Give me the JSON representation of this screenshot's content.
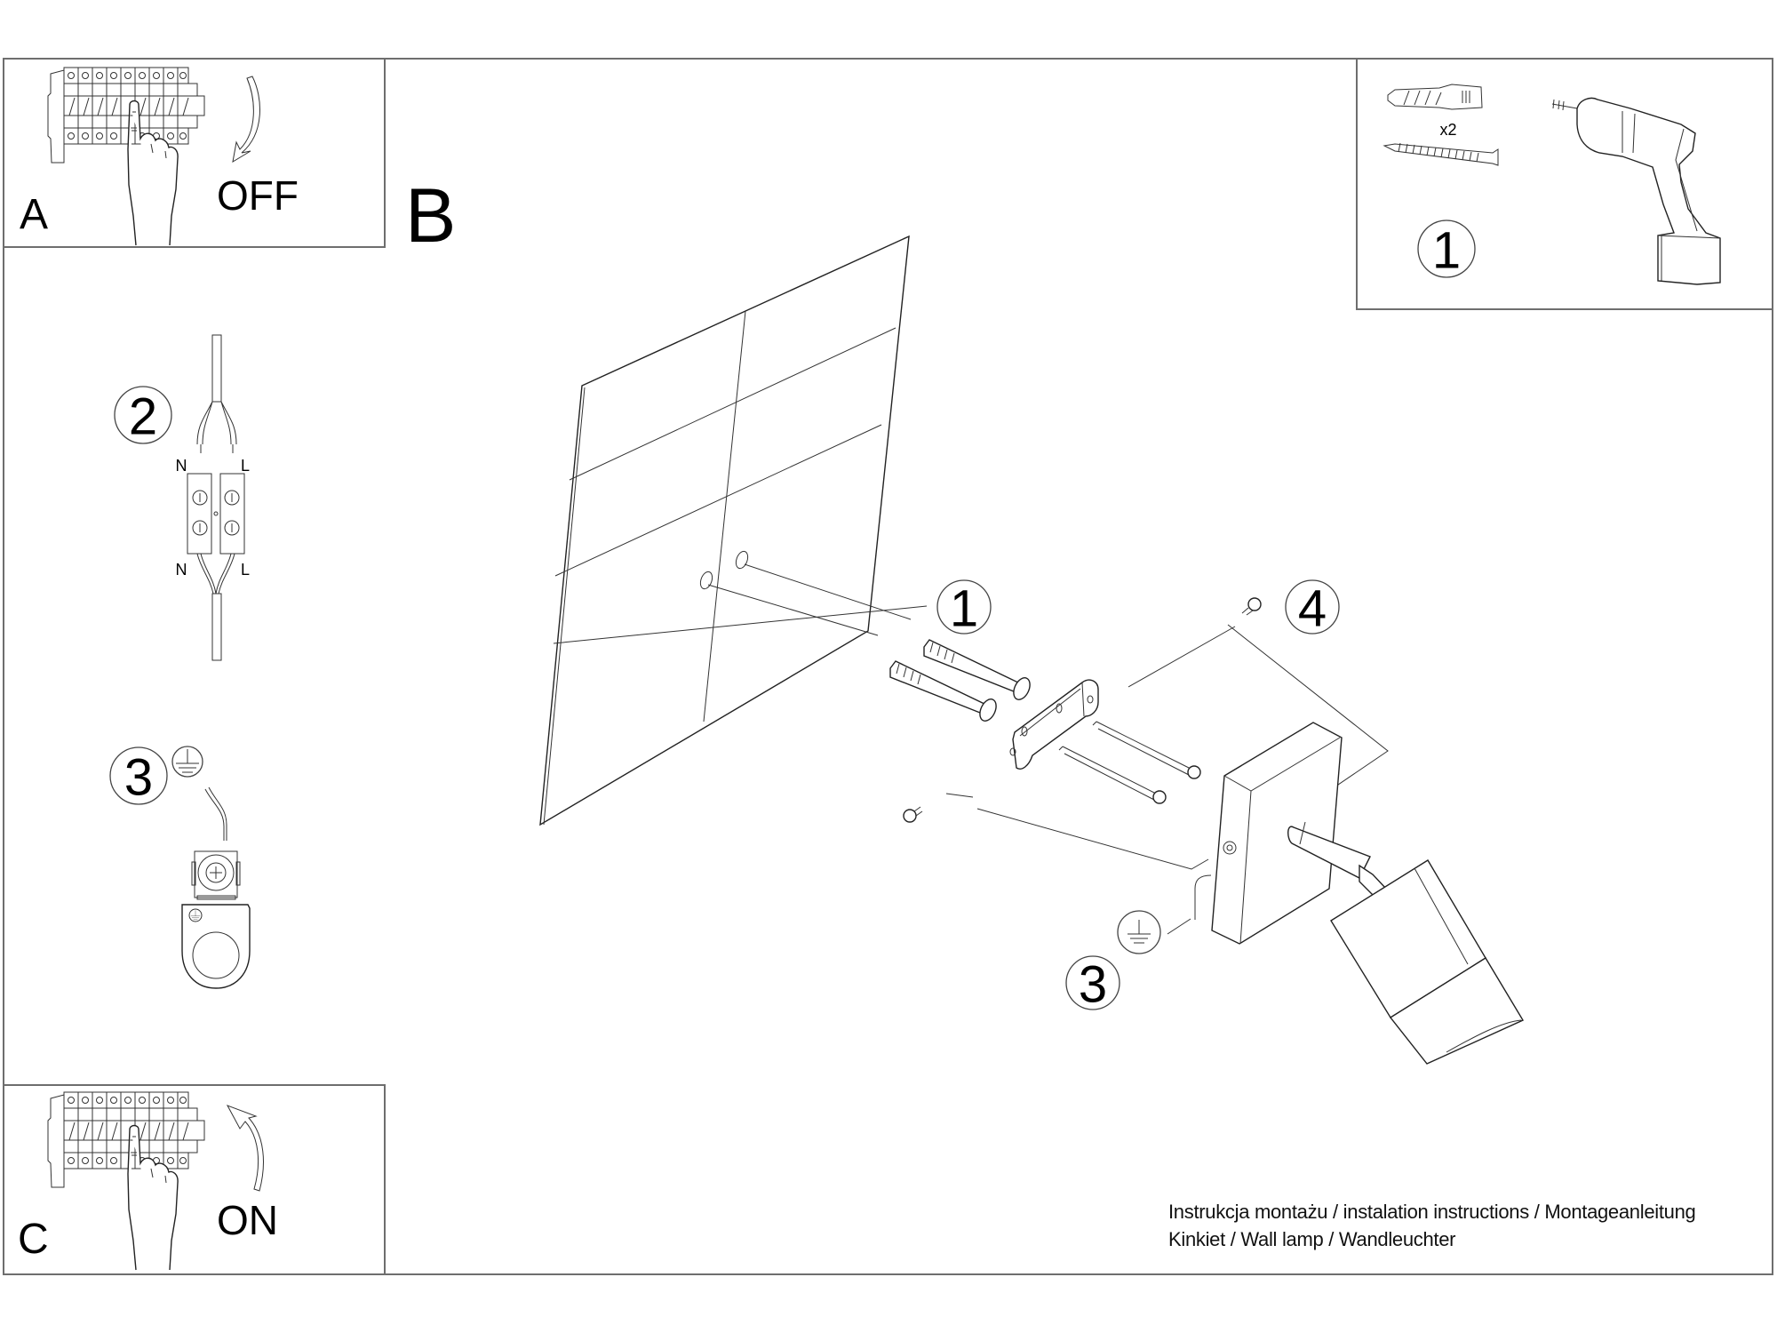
{
  "panels": {
    "a": {
      "letter": "A",
      "action": "OFF",
      "icon": "circuit-breaker-off-icon"
    },
    "b": {
      "letter": "B"
    },
    "c": {
      "letter": "C",
      "action": "ON",
      "icon": "circuit-breaker-on-icon"
    }
  },
  "tools_panel": {
    "step": "1",
    "quantity": "x2",
    "items": [
      "wall-plug",
      "screw",
      "drill"
    ]
  },
  "wiring": {
    "step": "2",
    "top_labels": [
      "N",
      "L"
    ],
    "bottom_labels": [
      "N",
      "L"
    ]
  },
  "grounding": {
    "step": "3",
    "symbol": "earth-ground-icon"
  },
  "assembly": {
    "callouts": [
      "1",
      "4",
      "3"
    ],
    "ground_symbol": "earth-ground-icon"
  },
  "footer": {
    "line1": "Instrukcja montażu / instalation instructions / Montageanleitung",
    "line2": "Kinkiet / Wall lamp / Wandleuchter"
  }
}
